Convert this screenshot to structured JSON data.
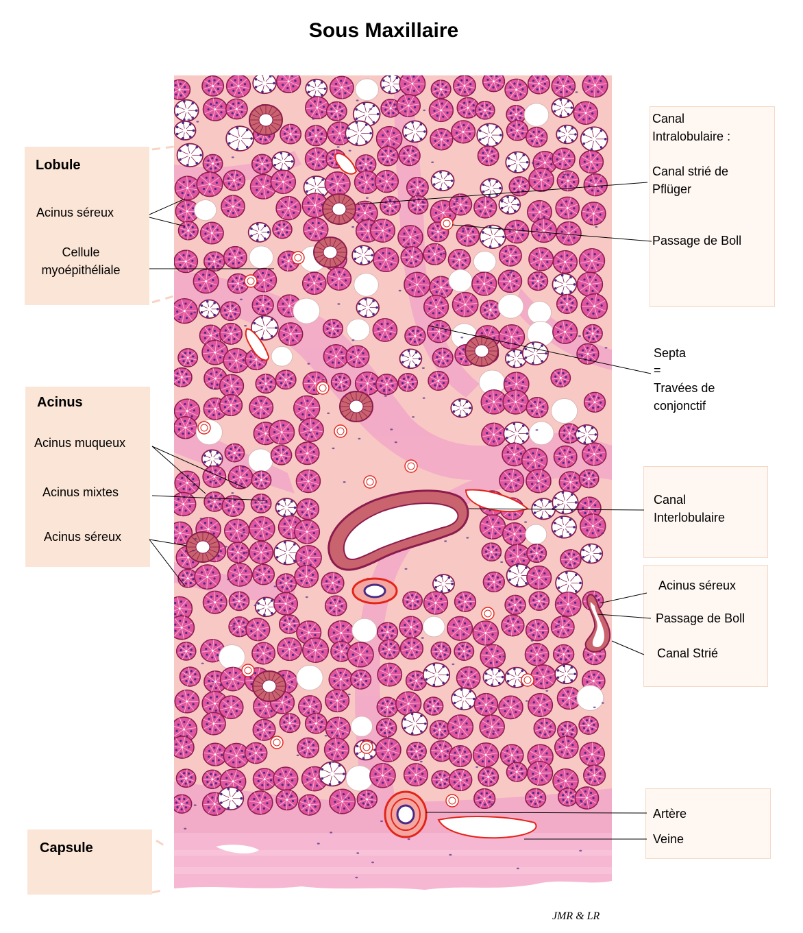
{
  "title": "Sous Maxillaire",
  "signature": "JMR  & LR",
  "colors": {
    "tissue_bg": "#f8c9c4",
    "septa": "#f2a8c8",
    "serous_cell": "#e0569e",
    "serous_edge": "#8a1c4e",
    "mucous_fill": "#ffffff",
    "mucous_edge": "#8a1c4e",
    "nucleus": "#4b2a86",
    "striated_duct": "#c9636e",
    "vessel_red": "#e3241b",
    "label_box": "#fbe5d6"
  },
  "left_groups": {
    "lobule": {
      "heading": "Lobule",
      "serous_acinus": "Acinus séreux",
      "myoepithelial_cell": "Cellule myoépithéliale"
    },
    "acinus": {
      "heading": "Acinus",
      "mucous_acinus": "Acinus muqueux",
      "mixed_acinus": "Acinus mixtes",
      "serous_acinus": "Acinus séreux"
    },
    "capsule": {
      "heading": "Capsule"
    }
  },
  "right_groups": {
    "intralobular": {
      "heading": "Canal Intralobulaire :",
      "striated_duct": "Canal strié de Pflüger",
      "boll_passage": "Passage de Boll"
    },
    "septa": {
      "label": "Septa",
      "equals": "=",
      "definition": "Travées de conjonctif"
    },
    "interlobular": {
      "label": "Canal Interlobulaire"
    },
    "duct_sequence": {
      "serous_acinus": "Acinus séreux",
      "boll_passage": "Passage de Boll",
      "striated_duct": "Canal Strié"
    },
    "vessels": {
      "artery": "Artère",
      "vein": "Veine"
    }
  }
}
